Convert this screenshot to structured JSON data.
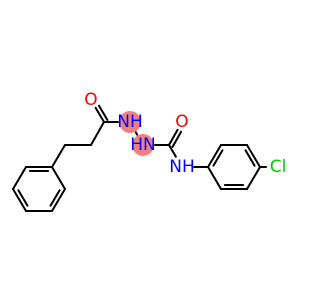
{
  "molecule": {
    "atoms": [
      {
        "id": "ph1_c1",
        "symbol": "C"
      },
      {
        "id": "ph1_c2",
        "symbol": "C"
      },
      {
        "id": "ph1_c3",
        "symbol": "C"
      },
      {
        "id": "ph1_c4",
        "symbol": "C"
      },
      {
        "id": "ph1_c5",
        "symbol": "C"
      },
      {
        "id": "ph1_c6",
        "symbol": "C"
      },
      {
        "id": "ch2_a",
        "symbol": "C"
      },
      {
        "id": "ch2_b",
        "symbol": "C"
      },
      {
        "id": "c_carbonyl1",
        "symbol": "C"
      },
      {
        "id": "o_carbonyl1",
        "symbol": "O",
        "label": "O"
      },
      {
        "id": "n_amide",
        "symbol": "N",
        "label": "NH"
      },
      {
        "id": "n_hydrazine",
        "symbol": "N",
        "label": "HN"
      },
      {
        "id": "c_urea",
        "symbol": "C"
      },
      {
        "id": "o_urea",
        "symbol": "O",
        "label": "O"
      },
      {
        "id": "n_aryl",
        "symbol": "N",
        "label": "NH"
      },
      {
        "id": "ph2_c1",
        "symbol": "C"
      },
      {
        "id": "ph2_c2",
        "symbol": "C"
      },
      {
        "id": "ph2_c3",
        "symbol": "C"
      },
      {
        "id": "ph2_c4",
        "symbol": "C"
      },
      {
        "id": "ph2_c5",
        "symbol": "C"
      },
      {
        "id": "ph2_c6",
        "symbol": "C"
      },
      {
        "id": "cl",
        "symbol": "Cl",
        "label": "Cl"
      }
    ],
    "bonds": [
      {
        "from": "ph1_c1",
        "to": "ph1_c2",
        "order": 2
      },
      {
        "from": "ph1_c2",
        "to": "ph1_c3",
        "order": 1
      },
      {
        "from": "ph1_c3",
        "to": "ph1_c4",
        "order": 2
      },
      {
        "from": "ph1_c4",
        "to": "ph1_c5",
        "order": 1
      },
      {
        "from": "ph1_c5",
        "to": "ph1_c6",
        "order": 2
      },
      {
        "from": "ph1_c6",
        "to": "ph1_c1",
        "order": 1
      },
      {
        "from": "ph1_c1",
        "to": "ch2_a",
        "order": 1
      },
      {
        "from": "ch2_a",
        "to": "ch2_b",
        "order": 1
      },
      {
        "from": "ch2_b",
        "to": "c_carbonyl1",
        "order": 1
      },
      {
        "from": "c_carbonyl1",
        "to": "o_carbonyl1",
        "order": 2
      },
      {
        "from": "c_carbonyl1",
        "to": "n_amide",
        "order": 1
      },
      {
        "from": "n_amide",
        "to": "n_hydrazine",
        "order": 1
      },
      {
        "from": "n_hydrazine",
        "to": "c_urea",
        "order": 1
      },
      {
        "from": "c_urea",
        "to": "o_urea",
        "order": 2
      },
      {
        "from": "c_urea",
        "to": "n_aryl",
        "order": 1
      },
      {
        "from": "n_aryl",
        "to": "ph2_c1",
        "order": 1
      },
      {
        "from": "ph2_c1",
        "to": "ph2_c2",
        "order": 2
      },
      {
        "from": "ph2_c2",
        "to": "ph2_c3",
        "order": 1
      },
      {
        "from": "ph2_c3",
        "to": "ph2_c4",
        "order": 2
      },
      {
        "from": "ph2_c4",
        "to": "ph2_c5",
        "order": 1
      },
      {
        "from": "ph2_c5",
        "to": "ph2_c6",
        "order": 2
      },
      {
        "from": "ph2_c6",
        "to": "ph2_c1",
        "order": 1
      },
      {
        "from": "ph2_c4",
        "to": "cl",
        "order": 1
      }
    ],
    "highlighted_atoms": [
      "n_amide",
      "n_hydrazine"
    ]
  },
  "colors": {
    "background": "#ffffff",
    "bond": "#000000",
    "oxygen": "#ff0000",
    "nitrogen": "#0000ff",
    "chlorine": "#00cc00",
    "highlight": "#f08080"
  }
}
